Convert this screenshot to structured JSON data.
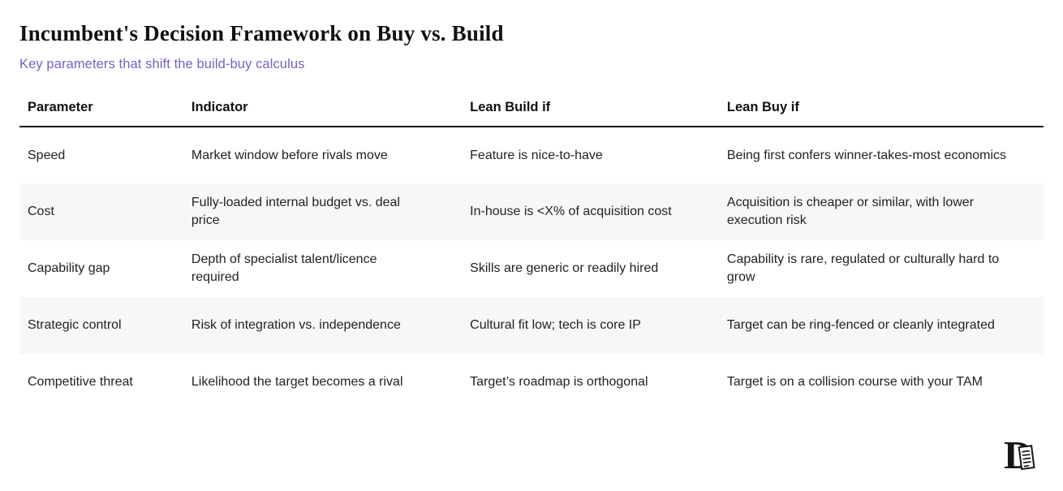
{
  "chart_data": {
    "type": "table",
    "title": "Incumbent's Decision Framework on Buy vs. Build",
    "subtitle": "Key parameters that shift the build-buy calculus",
    "columns": [
      "Parameter",
      "Indicator",
      "Lean Build if",
      "Lean Buy if"
    ],
    "rows": [
      [
        "Speed",
        "Market window before rivals move",
        "Feature is nice-to-have",
        "Being first confers winner-takes-most economics"
      ],
      [
        "Cost",
        "Fully-loaded internal budget vs. deal price",
        "In-house is <X% of acquisition cost",
        "Acquisition is cheaper or similar, with lower execution risk"
      ],
      [
        "Capability gap",
        "Depth of specialist talent/licence required",
        "Skills are generic or readily hired",
        "Capability is rare, regulated or culturally hard to grow"
      ],
      [
        "Strategic control",
        "Risk of integration vs. independence",
        "Cultural fit low; tech is core IP",
        "Target can be ring-fenced or cleanly integrated"
      ],
      [
        "Competitive threat",
        "Likelihood the target becomes a rival",
        "Target’s roadmap is orthogonal",
        "Target is on a collision course with your TAM"
      ]
    ],
    "layout_hints": {
      "row_striping": "alternate light gray on rows 2 and 4",
      "header_rule": "thick black line under header row",
      "legend": "none",
      "grid": "off"
    }
  },
  "colors": {
    "subtitle_accent": "#7B5FC4",
    "text": "#1C1C1C",
    "row_stripe": "#F7F7F7",
    "header_rule": "#1A1A1A",
    "background": "#FFFFFF"
  },
  "footer": {
    "logo_icon": "publisher-letter-D-scroll-logo"
  }
}
